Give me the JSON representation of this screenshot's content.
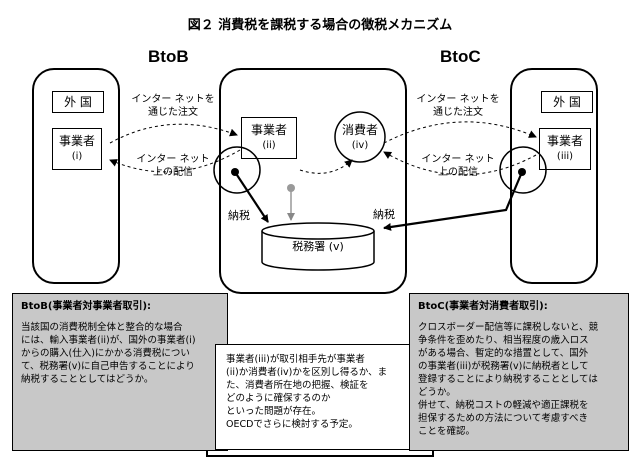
{
  "title": "図２ 消費税を課税する場合の徴税メカニズム",
  "headers": {
    "btob": "BtoB",
    "btoc": "BtoC"
  },
  "left": {
    "foreign": "外 国",
    "business": "事業者",
    "business_id": "(i)"
  },
  "center": {
    "business": "事業者",
    "business_id": "(ii)",
    "consumer": "消費者",
    "consumer_id": "(iv)",
    "tax_office": "税務署 (v)"
  },
  "right": {
    "foreign": "外 国",
    "business": "事業者",
    "business_id": "(iii)"
  },
  "arrows": {
    "order_left_1": "インター ネットを",
    "order_left_2": "通じた注文",
    "delivery_left_1": "インター ネット",
    "delivery_left_2": "上の配信",
    "order_right_1": "インター ネットを",
    "order_right_2": "通じた注文",
    "delivery_right_1": "インター ネット",
    "delivery_right_2": "上の配信",
    "tax_left": "納税",
    "tax_right": "納税"
  },
  "btob_box": {
    "heading": "BtoB(事業者対事業者取引):",
    "lines": [
      "当該国の消費税制全体と整合的な場合",
      "には、輸入事業者(ii)が、国外の事業者(i)",
      "からの購入(仕入)にかかる消費税につい",
      "て、税務署(v)に自己申告することにより",
      "納税することとしてはどうか。"
    ]
  },
  "center_note": {
    "lines": [
      "事業者(iii)が取引相手先が事業者",
      "(ii)か消費者(iv)かを区別し得るか、ま",
      "た、消費者所在地の把握、検証を",
      "どのように確保するのか",
      "といった問題が存在。",
      "OECDでさらに検討する予定。"
    ]
  },
  "btoc_box": {
    "heading": "BtoC(事業者対消費者取引):",
    "lines": [
      "クロスボーダー配信等に課税しないと、競",
      "争条件を歪めたり、相当程度の歳入ロス",
      "がある場合、暫定的な措置として、国外",
      "の事業者(iii)が税務署(v)に納税者として",
      "登録することにより納税することとしては",
      "どうか。",
      "併せて、納税コストの軽減や適正課税を",
      "担保するための方法について考慮すべき",
      "ことを確認。"
    ]
  }
}
